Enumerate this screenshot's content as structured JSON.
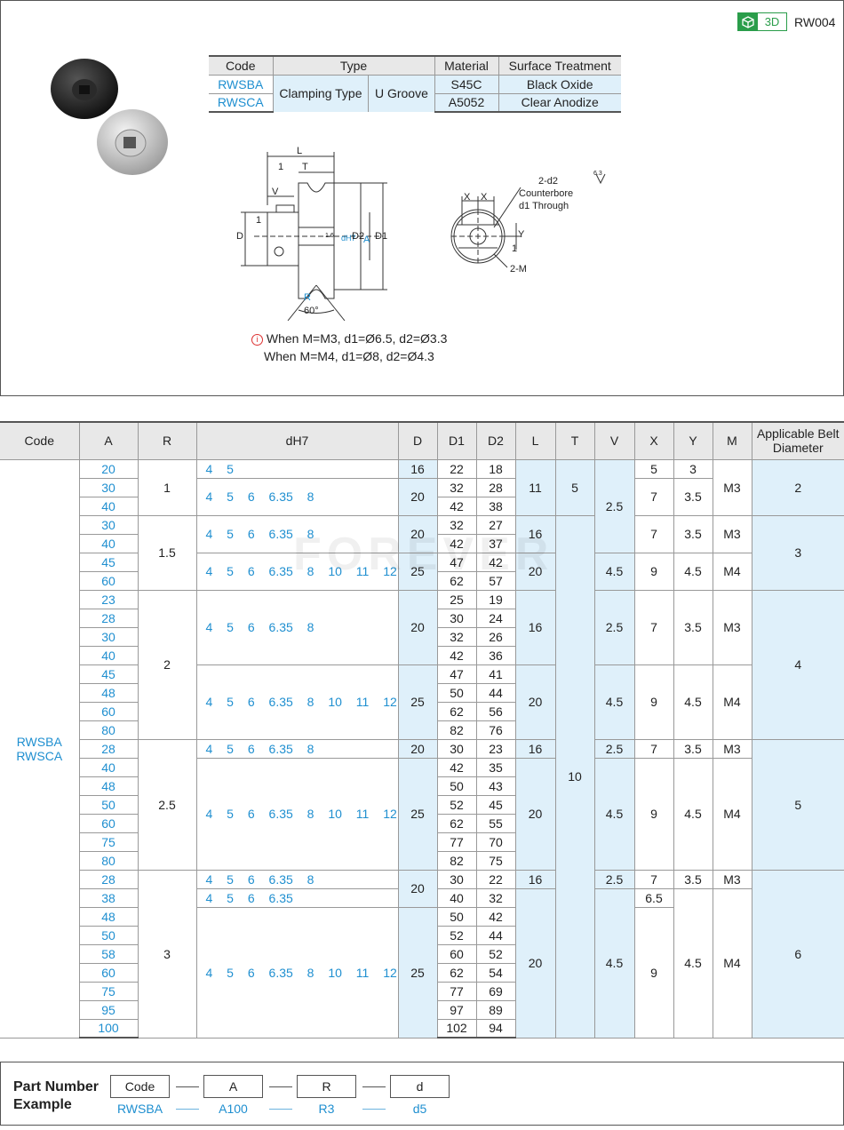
{
  "header": {
    "badge_3d": "3D",
    "code": "RW004"
  },
  "spec_table": {
    "headers": [
      "Code",
      "Type",
      "Material",
      "Surface Treatment"
    ],
    "codes": [
      "RWSBA",
      "RWSCA"
    ],
    "type": [
      "Clamping Type",
      "U Groove"
    ],
    "materials": [
      "S45C",
      "A5052"
    ],
    "treatments": [
      "Black Oxide",
      "Clear Anodize"
    ]
  },
  "drawing": {
    "L": "L",
    "one": "1",
    "T": "T",
    "V": "V",
    "D": "D",
    "dH7": "dH7",
    "D2": "D2",
    "A": "A",
    "D1": "D1",
    "R": "R",
    "angle": "60°",
    "roughness1": "1.6",
    "roughness2": "6.3",
    "X": "X",
    "Y": "Y",
    "hole_label_1": "2-d2",
    "hole_label_2": "Counterbore",
    "hole_label_3": "d1 Through",
    "screw": "2-M"
  },
  "notes": [
    "When M=M3, d1=Ø6.5, d2=Ø3.3",
    "When M=M4, d1=Ø8, d2=Ø4.3"
  ],
  "main_table": {
    "headers": [
      "Code",
      "A",
      "R",
      "dH7",
      "D",
      "D1",
      "D2",
      "L",
      "T",
      "V",
      "X",
      "Y",
      "M",
      "Applicable Belt Diameter"
    ],
    "codes": [
      "RWSBA",
      "RWSCA"
    ],
    "A": [
      "20",
      "30",
      "40",
      "30",
      "40",
      "45",
      "60",
      "23",
      "28",
      "30",
      "40",
      "45",
      "48",
      "60",
      "80",
      "28",
      "40",
      "48",
      "50",
      "60",
      "75",
      "80",
      "28",
      "38",
      "48",
      "50",
      "58",
      "60",
      "75",
      "95",
      "100"
    ],
    "D1": [
      "22",
      "32",
      "42",
      "32",
      "42",
      "47",
      "62",
      "25",
      "30",
      "32",
      "42",
      "47",
      "50",
      "62",
      "82",
      "30",
      "42",
      "50",
      "52",
      "62",
      "77",
      "82",
      "30",
      "40",
      "50",
      "52",
      "60",
      "62",
      "77",
      "97",
      "102"
    ],
    "D2": [
      "18",
      "28",
      "38",
      "27",
      "37",
      "42",
      "57",
      "19",
      "24",
      "26",
      "36",
      "41",
      "44",
      "56",
      "76",
      "23",
      "35",
      "43",
      "45",
      "55",
      "70",
      "75",
      "22",
      "32",
      "42",
      "44",
      "52",
      "54",
      "69",
      "89",
      "94"
    ],
    "R": [
      "1",
      "1.5",
      "2",
      "2.5",
      "3"
    ],
    "d": [
      "4 5",
      "4 5 6 6.35 8",
      "4 5 6 6.35 8",
      "4 5 6 6.35 8 10 11 12",
      "4 5 6 6.35 8",
      "4 5 6 6.35 8 10 11 12",
      "4 5 6 6.35 8",
      "4 5 6 6.35 8 10 11 12",
      "4 5 6 6.35 8",
      "4 5 6 6.35",
      "4 5 6 6.35 8 10 11 12"
    ],
    "D": [
      "16",
      "20",
      "20",
      "25",
      "20",
      "25",
      "20",
      "25",
      "20",
      "25"
    ],
    "L": [
      "11",
      "16",
      "20",
      "16",
      "20",
      "16",
      "20",
      "16",
      "20"
    ],
    "T": [
      "5",
      "10"
    ],
    "V": [
      "2.5",
      "4.5",
      "2.5",
      "4.5",
      "2.5",
      "4.5",
      "2.5",
      "4.5"
    ],
    "X": [
      "5",
      "7",
      "7",
      "9",
      "7",
      "9",
      "7",
      "9",
      "7",
      "6.5",
      "9"
    ],
    "Y": [
      "3",
      "3.5",
      "3.5",
      "4.5",
      "3.5",
      "4.5",
      "3.5",
      "4.5",
      "3.5",
      "4.5"
    ],
    "M": [
      "M3",
      "M3",
      "M4",
      "M3",
      "M4",
      "M3",
      "M4",
      "M3",
      "M4"
    ],
    "belt": [
      "2",
      "3",
      "4",
      "5",
      "6"
    ]
  },
  "watermark": "FOREVER",
  "part_number": {
    "title_1": "Part Number",
    "title_2": "Example",
    "fields": [
      "Code",
      "A",
      "R",
      "d"
    ],
    "example": [
      "RWSBA",
      "A100",
      "R3",
      "d5"
    ]
  }
}
